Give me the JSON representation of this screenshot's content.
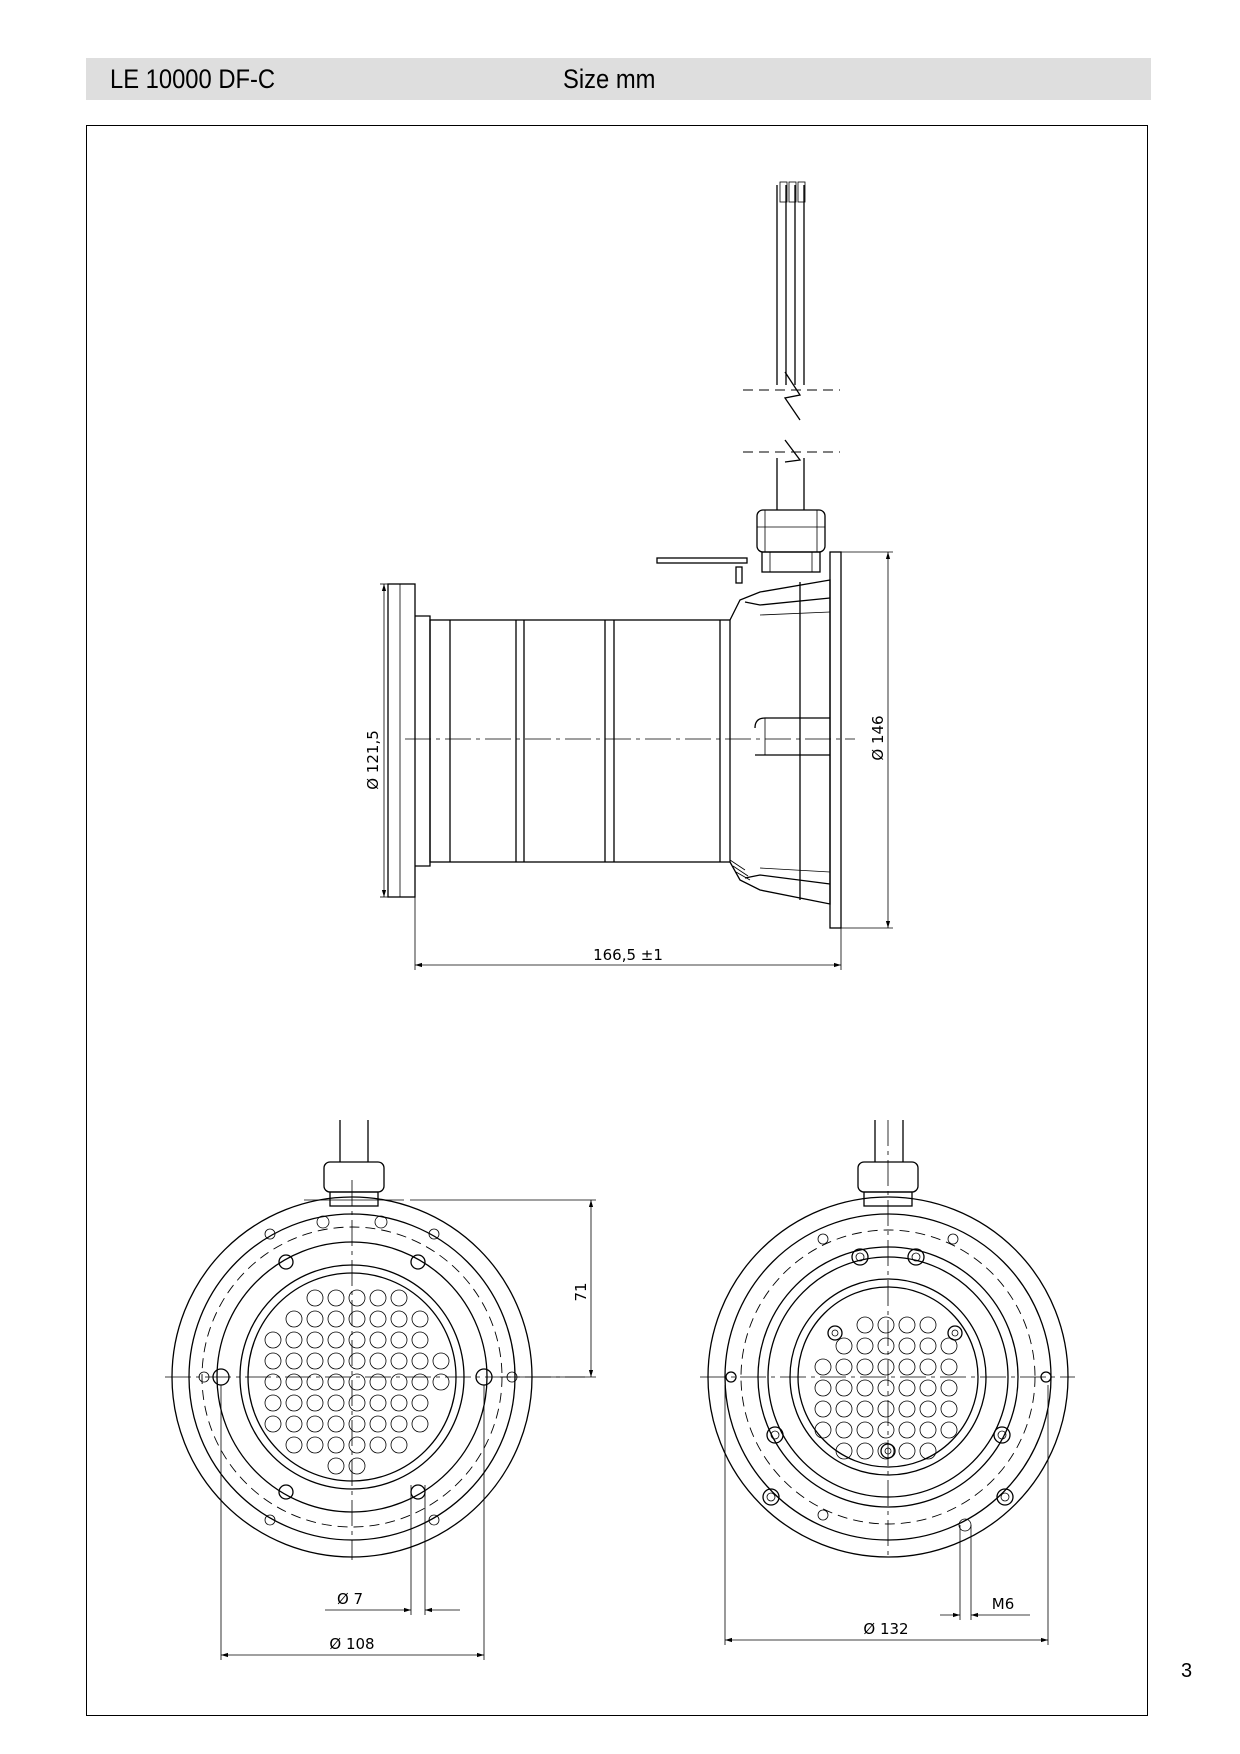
{
  "header": {
    "model": "LE 10000 DF-C",
    "unit": "Size mm"
  },
  "dimensions": {
    "diameter_front": "Ø 121,5",
    "diameter_flange": "Ø 146",
    "length": "166,5 ±1",
    "height_71": "71",
    "hole_diameter": "Ø 7",
    "bolt_circle_108": "Ø 108",
    "bolt_circle_132": "Ø 132",
    "thread": "M6"
  },
  "page_number": "3"
}
